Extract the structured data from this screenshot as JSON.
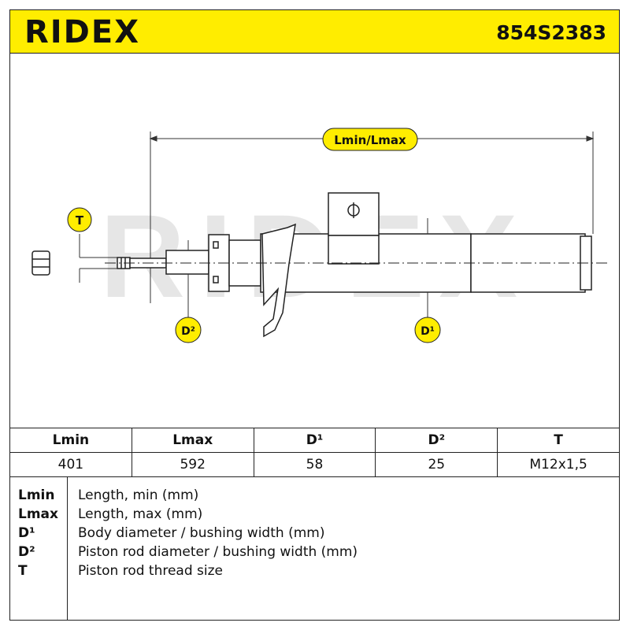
{
  "header": {
    "brand": "RIDEX",
    "part_number": "854S2383",
    "background_color": "#ffed00"
  },
  "diagram": {
    "watermark": "RIDEX",
    "labels": {
      "length": "Lmin/Lmax",
      "thread": "T",
      "rod_diameter": "D²",
      "body_diameter": "D¹"
    }
  },
  "specs_table": {
    "headers": [
      "Lmin",
      "Lmax",
      "D¹",
      "D²",
      "T"
    ],
    "values": [
      "401",
      "592",
      "58",
      "25",
      "M12x1,5"
    ]
  },
  "legend": [
    {
      "key": "Lmin",
      "desc": "Length, min (mm)"
    },
    {
      "key": "Lmax",
      "desc": "Length, max (mm)"
    },
    {
      "key": "D¹",
      "desc": "Body diameter / bushing width (mm)"
    },
    {
      "key": "D²",
      "desc": "Piston rod diameter / bushing width (mm)"
    },
    {
      "key": "T",
      "desc": "Piston rod thread size"
    }
  ]
}
